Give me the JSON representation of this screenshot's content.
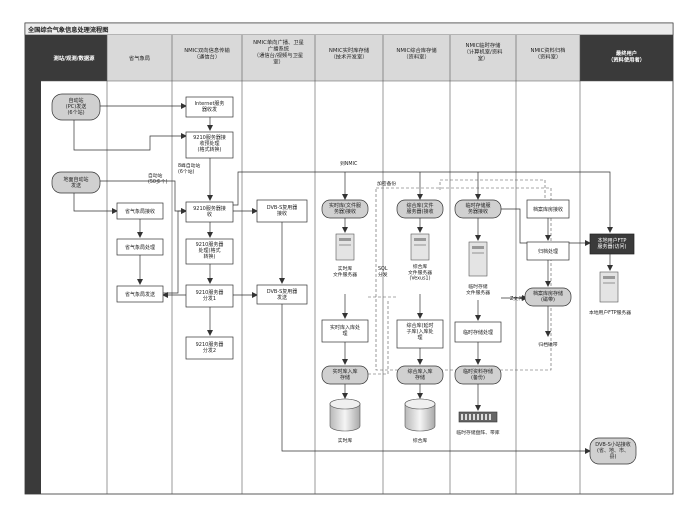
{
  "title": "全国综合气象信息处理流程图",
  "lanes": [
    "测站/观测/数据源",
    "省气象局",
    "NMIC双向信息传输\n（通信台）",
    "NMIC单向广播、卫星\n广播系统\n（通信台/视频与卫星\n室）",
    "NMIC实时库存储\n（技术开发室）",
    "NMIC综合库存储\n（资料室）",
    "NMIC临时存储\n（计算机室/资料\n室）",
    "NMIC资料归档\n（资料室）",
    "最终用户\n（资料使用者）"
  ],
  "nodes": {
    "src_pc": "自动站\n(PC)发送\n(6个站)",
    "src_ground": "地面自动站\n发送",
    "prov_recv": "省气象局接收",
    "prov_proc": "省气象局处理",
    "prov_send": "省气象局发送",
    "nmic_internet": "Internet服务\n器收发",
    "nmic_9210_pre": "9210服务器接\n收预处理\n(格式转换)",
    "nmic_9210_recv": "9210服务器接\n收",
    "nmic_9210_proc": "9210服务器\n处理(格式\n转换)",
    "nmic_9210_d1": "9210服务器\n分发1",
    "nmic_9210_d2": "9210服务器\n分发2",
    "dvb_recv": "DVB-S复用器\n接收",
    "dvb_send": "DVB-S复用器\n发送",
    "rt_recv": "实时库(文件服\n务器)接收",
    "rt_server": "实时库\n文件服务器",
    "rt_proc": "实时库入库处\n理",
    "rt_store": "实时库入库\n存储",
    "rt_db": "实时库",
    "cb_recv": "综合库(文件\n服务器)接收",
    "cb_server": "综合库\n文件服务器\n(Vexus1)",
    "cb_proc": "综合库(延时\n子库)入库处\n理",
    "cb_store": "综合库入库\n存储",
    "cb_db": "综合库",
    "tmp_recv": "临时存储服\n务器接收",
    "tmp_server": "临时存储\n文件服务器",
    "tmp_proc": "临时存储处理",
    "tmp_store": "临时资料存储\n(备份)",
    "tmp_tape": "临时存储盘阵、带库",
    "arc_recv": "档案库房接收",
    "arc_proc": "归档处理",
    "arc_store": "档案库房存储\n(磁带)",
    "arc_media": "归档磁带",
    "user_ftp": "本地用户FTP\n服务器(访问)",
    "user_server": "本地用户FTP服务器",
    "user_dvb": "DVB-S小站接收\n(省、地、市、\n县)"
  },
  "labels": {
    "lbl_6site": "8峰自动站\n(6个站)",
    "lbl_50": "自动站\n(50多个)",
    "lbl_nmic": "到NMIC",
    "lbl_sql": "SQL\n分发",
    "lbl_z": "Z文件",
    "lbl_add": "加密备份"
  },
  "colors": {
    "lane_header_dark": "#3a3a3a",
    "lane_header_light": "#d9d9d9",
    "process_fill": "#ffffff",
    "storage_fill": "#d0d0d0",
    "line": "#333333",
    "dashed": "#555555"
  }
}
